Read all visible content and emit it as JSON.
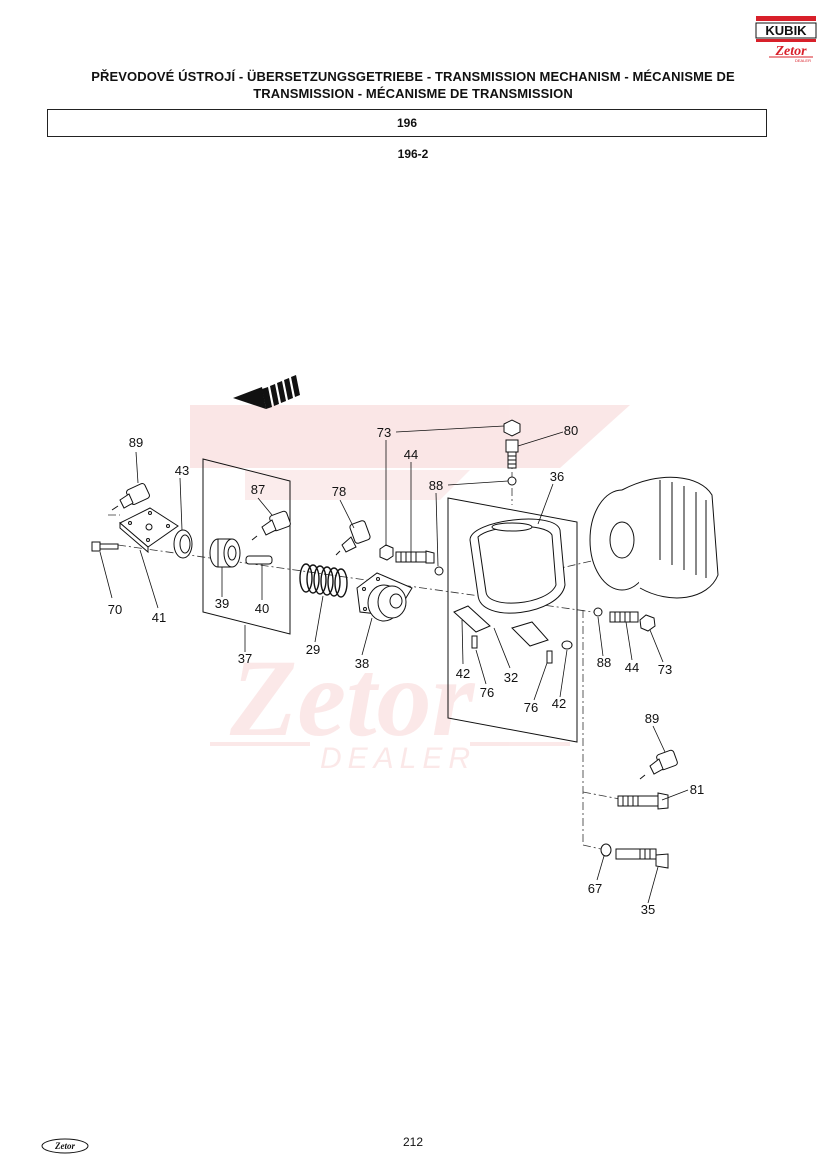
{
  "header": {
    "title_line1": "PŘEVODOVÉ ÚSTROJÍ - ÜBERSETZUNGSGETRIEBE - TRANSMISSION MECHANISM - MÉCANISME DE",
    "title_line2": "TRANSMISSION - MÉCANISME DE TRANSMISSION",
    "section": "196",
    "subsection": "196-2"
  },
  "logos": {
    "kubik": "KUBIK",
    "zetor": "Zetor",
    "dealer": "DEALER",
    "footer_zetor": "Zetor"
  },
  "colors": {
    "brand_red": "#d8202a",
    "watermark": "#f6d3d3"
  },
  "callouts": [
    {
      "id": "c89a",
      "text": "89"
    },
    {
      "id": "c43",
      "text": "43"
    },
    {
      "id": "c87",
      "text": "87"
    },
    {
      "id": "c78",
      "text": "78"
    },
    {
      "id": "c73a",
      "text": "73"
    },
    {
      "id": "c80",
      "text": "80"
    },
    {
      "id": "c44a",
      "text": "44"
    },
    {
      "id": "c88a",
      "text": "88"
    },
    {
      "id": "c36",
      "text": "36"
    },
    {
      "id": "c70",
      "text": "70"
    },
    {
      "id": "c41",
      "text": "41"
    },
    {
      "id": "c39",
      "text": "39"
    },
    {
      "id": "c40",
      "text": "40"
    },
    {
      "id": "c37",
      "text": "37"
    },
    {
      "id": "c29",
      "text": "29"
    },
    {
      "id": "c38",
      "text": "38"
    },
    {
      "id": "c42a",
      "text": "42"
    },
    {
      "id": "c76a",
      "text": "76"
    },
    {
      "id": "c32",
      "text": "32"
    },
    {
      "id": "c76b",
      "text": "76"
    },
    {
      "id": "c42b",
      "text": "42"
    },
    {
      "id": "c88b",
      "text": "88"
    },
    {
      "id": "c44b",
      "text": "44"
    },
    {
      "id": "c73b",
      "text": "73"
    },
    {
      "id": "c89b",
      "text": "89"
    },
    {
      "id": "c81",
      "text": "81"
    },
    {
      "id": "c67",
      "text": "67"
    },
    {
      "id": "c35",
      "text": "35"
    }
  ],
  "footer": {
    "page_number": "212"
  }
}
